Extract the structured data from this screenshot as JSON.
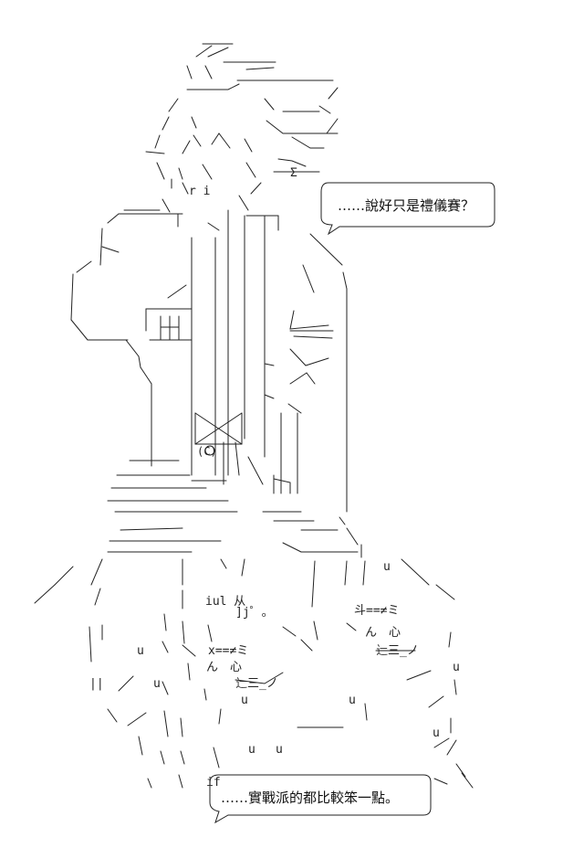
{
  "dialogue": {
    "line1": "……說好只是禮儀賽？",
    "line2": "……實戰派的都比較笨一點。"
  },
  "art_fragments": {
    "symbol_c": "(C)",
    "ri": "r i",
    "sigma": "Σ",
    "kokoro1": "ん　心",
    "kokoro2": "ん　心",
    "mitsu1": "斗==≠ミ",
    "mitsu2": "x==≠ミ",
    "sanzan1": "辷三_ノ",
    "sanzan2": "辷三_ノ",
    "u_marks": "u",
    "if_mark": "if",
    "hashi": "||",
    "iu": "iul 从",
    "j_mark": "]j゜。"
  },
  "colors": {
    "ink": "#222222",
    "paper": "#ffffff"
  }
}
